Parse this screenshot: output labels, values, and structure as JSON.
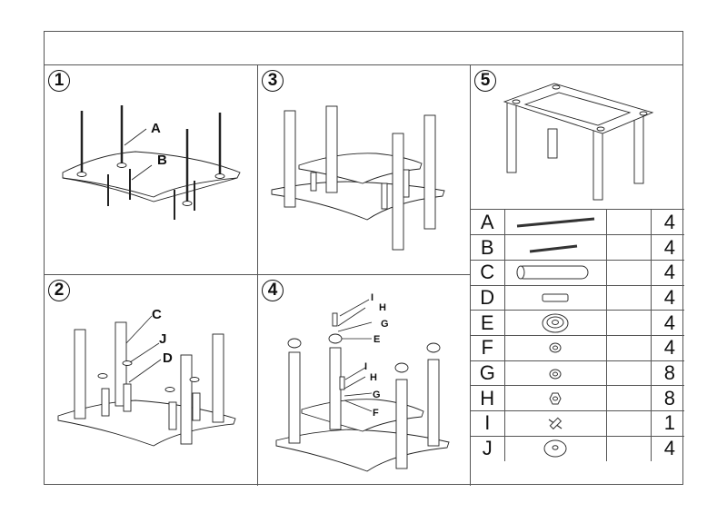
{
  "header": {
    "title": ""
  },
  "steps": [
    {
      "number": "1",
      "callouts": [
        "A",
        "B"
      ]
    },
    {
      "number": "2",
      "callouts": [
        "C",
        "J",
        "D"
      ]
    },
    {
      "number": "3",
      "callouts": []
    },
    {
      "number": "4",
      "callouts": [
        "I",
        "H",
        "G",
        "E",
        "I",
        "H",
        "G",
        "F"
      ]
    },
    {
      "number": "5",
      "callouts": []
    }
  ],
  "parts": [
    {
      "letter": "A",
      "icon": "long-threaded-rod-icon",
      "qty": "4"
    },
    {
      "letter": "B",
      "icon": "short-threaded-rod-icon",
      "qty": "4"
    },
    {
      "letter": "C",
      "icon": "tube-leg-icon",
      "qty": "4"
    },
    {
      "letter": "D",
      "icon": "short-spacer-icon",
      "qty": "4"
    },
    {
      "letter": "E",
      "icon": "cup-washer-icon",
      "qty": "4"
    },
    {
      "letter": "F",
      "icon": "flat-washer-icon",
      "qty": "4"
    },
    {
      "letter": "G",
      "icon": "small-washer-icon",
      "qty": "8"
    },
    {
      "letter": "H",
      "icon": "hex-nut-icon",
      "qty": "8"
    },
    {
      "letter": "I",
      "icon": "wrench-icon",
      "qty": "1"
    },
    {
      "letter": "J",
      "icon": "large-washer-icon",
      "qty": "4"
    }
  ]
}
